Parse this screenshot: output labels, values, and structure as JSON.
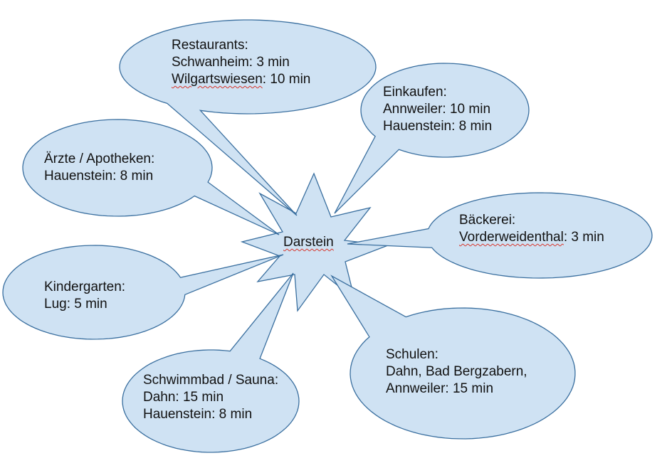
{
  "center": {
    "label": "Darstein",
    "spell_marked": true
  },
  "bubbles": [
    {
      "id": "restaurants",
      "lines": [
        {
          "text": "Restaurants:"
        },
        {
          "text": "Schwanheim: 3 min"
        },
        {
          "text_marked": "Wilgartswiesen",
          "text_rest": ": 10 min"
        }
      ]
    },
    {
      "id": "einkaufen",
      "lines": [
        {
          "text": "Einkaufen:"
        },
        {
          "text": "Annweiler: 10 min"
        },
        {
          "text": "Hauenstein: 8 min"
        }
      ]
    },
    {
      "id": "aerzte",
      "lines": [
        {
          "text": "Ärzte / Apotheken:"
        },
        {
          "text": "Hauenstein: 8 min"
        }
      ]
    },
    {
      "id": "baeckerei",
      "lines": [
        {
          "text": "Bäckerei:"
        },
        {
          "text_marked": "Vorderweidenthal",
          "text_rest": ": 3 min"
        }
      ]
    },
    {
      "id": "kindergarten",
      "lines": [
        {
          "text": "Kindergarten:"
        },
        {
          "text": "Lug: 5 min"
        }
      ]
    },
    {
      "id": "schwimmbad",
      "lines": [
        {
          "text": "Schwimmbad / Sauna:"
        },
        {
          "text": "Dahn: 15 min"
        },
        {
          "text": "Hauenstein: 8 min"
        }
      ]
    },
    {
      "id": "schulen",
      "lines": [
        {
          "text": "Schulen:"
        },
        {
          "text": "Dahn, Bad Bergzabern,"
        },
        {
          "text": "Annweiler: 15 min"
        }
      ]
    }
  ],
  "colors": {
    "bubble_fill": "#cfe2f3",
    "bubble_stroke": "#3a6f9f",
    "text": "#111111",
    "spellcheck_underline": "#d8352a"
  }
}
